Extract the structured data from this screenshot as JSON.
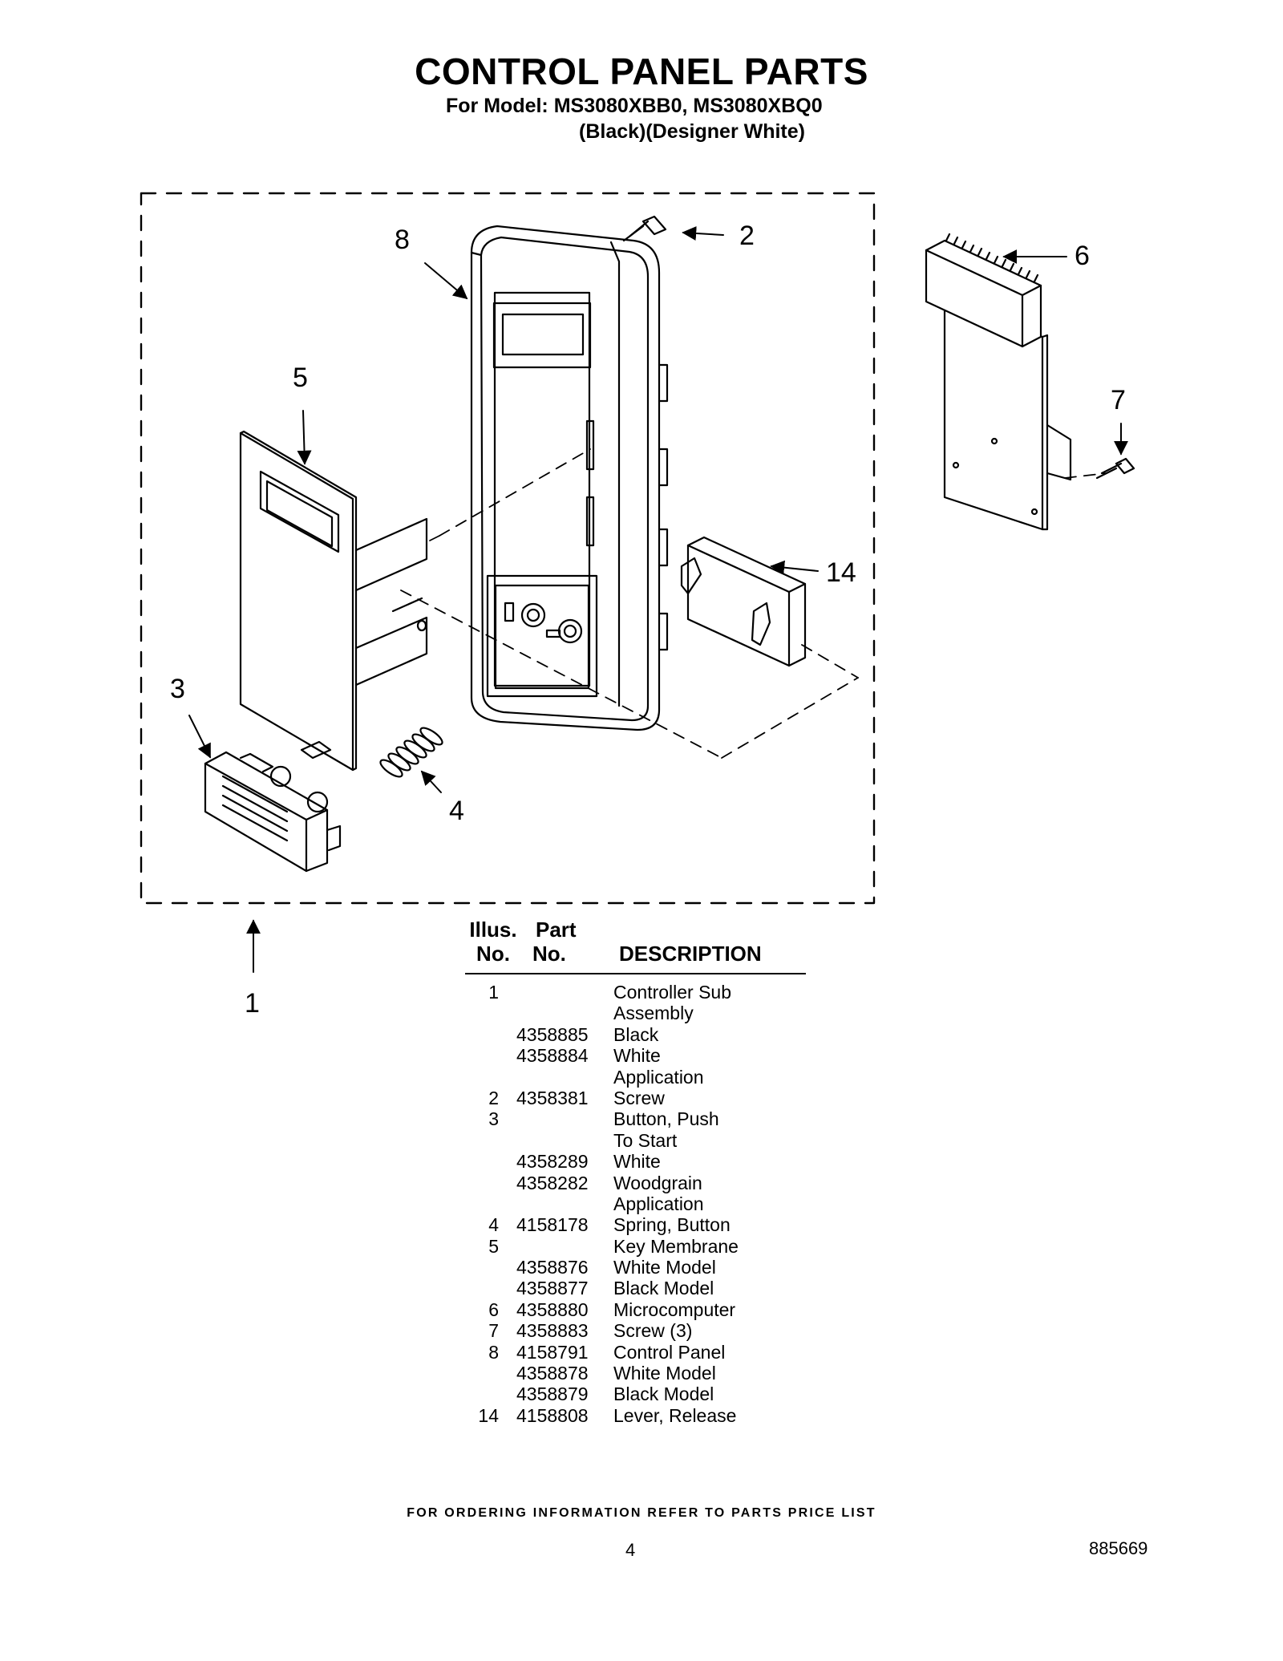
{
  "header": {
    "title": "CONTROL PANEL PARTS",
    "model_line": "For Model: MS3080XBB0, MS3080XBQ0",
    "color_line": "(Black)(Designer White)"
  },
  "callouts": [
    "1",
    "2",
    "3",
    "4",
    "5",
    "6",
    "7",
    "8",
    "14"
  ],
  "table": {
    "headers": {
      "illus_top": "Illus.",
      "illus_bottom": "No.",
      "part_top": "Part",
      "part_bottom": "No.",
      "description": "DESCRIPTION"
    },
    "rows": [
      {
        "illus": "1",
        "part": "",
        "desc": "Controller Sub"
      },
      {
        "illus": "",
        "part": "",
        "desc": "Assembly"
      },
      {
        "illus": "",
        "part": "4358885",
        "desc": "Black"
      },
      {
        "illus": "",
        "part": "4358884",
        "desc": "White"
      },
      {
        "illus": "",
        "part": "",
        "desc": "Application"
      },
      {
        "illus": "2",
        "part": "4358381",
        "desc": "Screw"
      },
      {
        "illus": "3",
        "part": "",
        "desc": "Button, Push"
      },
      {
        "illus": "",
        "part": "",
        "desc": "To Start"
      },
      {
        "illus": "",
        "part": "4358289",
        "desc": "White"
      },
      {
        "illus": "",
        "part": "4358282",
        "desc": "Woodgrain"
      },
      {
        "illus": "",
        "part": "",
        "desc": "Application"
      },
      {
        "illus": "4",
        "part": "4158178",
        "desc": "Spring, Button"
      },
      {
        "illus": "5",
        "part": "",
        "desc": "Key Membrane"
      },
      {
        "illus": "",
        "part": "4358876",
        "desc": "White Model"
      },
      {
        "illus": "",
        "part": "4358877",
        "desc": "Black Model"
      },
      {
        "illus": "6",
        "part": "4358880",
        "desc": "Microcomputer"
      },
      {
        "illus": "7",
        "part": "4358883",
        "desc": "Screw (3)"
      },
      {
        "illus": "8",
        "part": "4158791",
        "desc": "Control Panel"
      },
      {
        "illus": "",
        "part": "4358878",
        "desc": "White Model"
      },
      {
        "illus": "",
        "part": "4358879",
        "desc": "Black Model"
      },
      {
        "illus": "14",
        "part": "4158808",
        "desc": "Lever, Release"
      }
    ]
  },
  "footer": {
    "ordering_note": "FOR ORDERING INFORMATION REFER TO PARTS PRICE LIST",
    "page_number": "4",
    "document_number": "885669"
  }
}
